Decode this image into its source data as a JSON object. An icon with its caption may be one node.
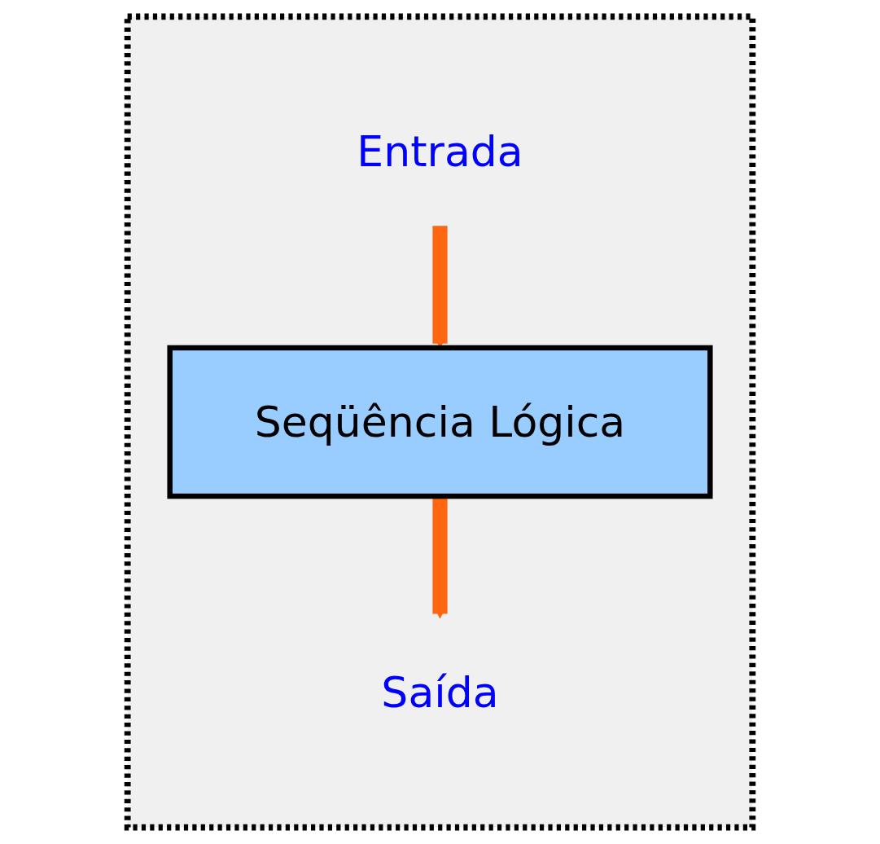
{
  "diagram": {
    "nodes": [
      {
        "text": [],
        "shape": "box"
      },
      {
        "text": [
          "Entrada"
        ],
        "in": 0
      },
      {
        "text": [
          "Seqüência Lógica"
        ],
        "in": 0
      },
      {
        "text": [
          "Saída"
        ],
        "in": 0
      }
    ],
    "edges": [
      {
        "from": 1,
        "to": 2,
        "arrow": "to",
        "color": "#ff6611"
      },
      {
        "from": 2,
        "to": 3,
        "arrow": "to",
        "color": "#ff6611"
      }
    ]
  }
}
